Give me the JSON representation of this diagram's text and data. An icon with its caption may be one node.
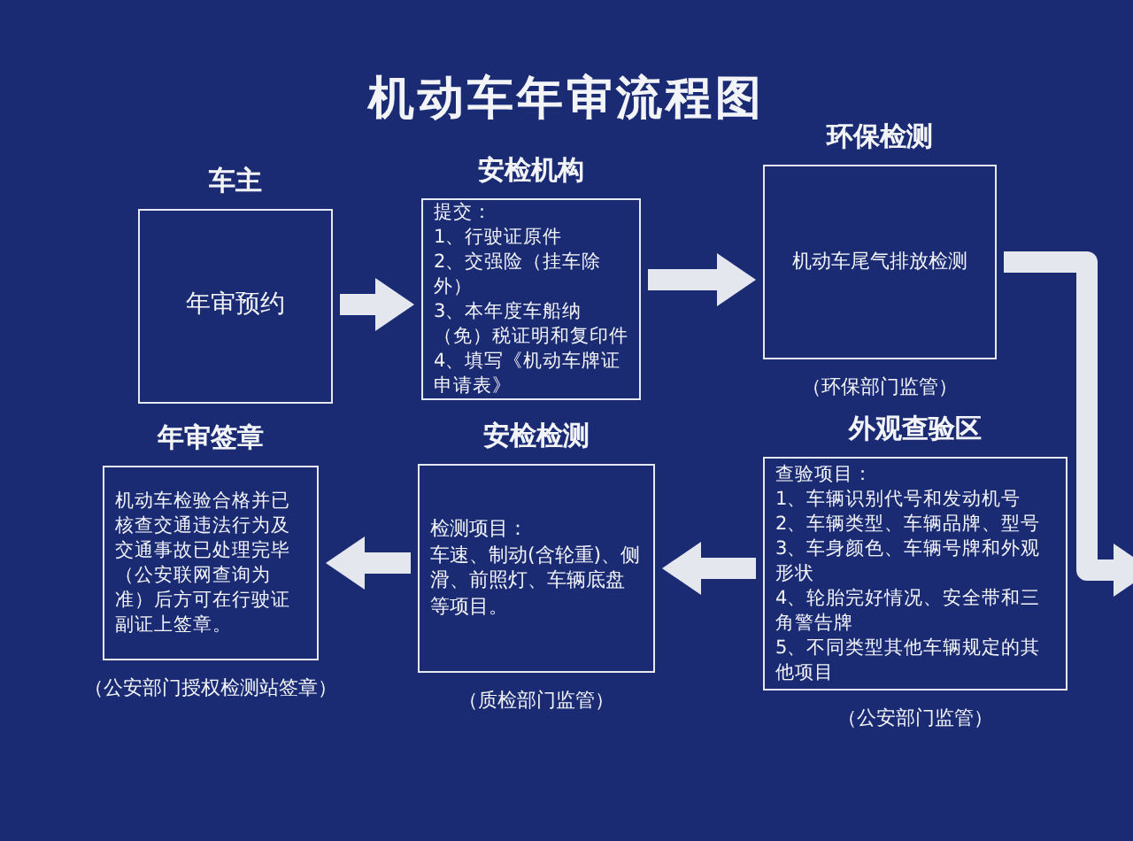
{
  "diagram": {
    "title": "机动车年审流程图",
    "nodes": [
      {
        "text": [
          "车主",
          "年审预约"
        ]
      },
      {
        "text": [
          "安检机构",
          "提交：",
          "1、行驶证原件",
          "2、交强险（挂车除外）",
          "3、本年度车船纳（免）税证明和复印件",
          "4、填写《机动车牌证申请表》"
        ]
      },
      {
        "text": [
          "环保检测",
          "机动车尾气排放检测"
        ],
        "beside": [
          "（环保部门监管）"
        ]
      },
      {
        "text": [
          "外观查验区",
          "查验项目：",
          "1、车辆识别代号和发动机号",
          "2、车辆类型、车辆品牌、型号",
          "3、车身颜色、车辆号牌和外观形状",
          "4、轮胎完好情况、安全带和三角警告牌",
          "5、不同类型其他车辆规定的其他项目"
        ],
        "beside": [
          "（公安部门监管）"
        ]
      },
      {
        "text": [
          "安检检测",
          "检测项目：",
          "车速、制动(含轮重)、侧滑、前照灯、车辆底盘等项目。"
        ],
        "beside": [
          "（质检部门监管）"
        ]
      },
      {
        "text": [
          "年审签章",
          "机动车检验合格并已核查交通违法行为及交通事故已处理完毕（公安联网查询为准）后方可在行驶证副证上签章。"
        ],
        "beside": [
          "（公安部门授权检测站签章）"
        ]
      }
    ],
    "edges": [
      {
        "from": 0,
        "to": 1,
        "arrow": "to"
      },
      {
        "from": 1,
        "to": 2,
        "arrow": "to"
      },
      {
        "from": 2,
        "to": 3,
        "arrow": "to"
      },
      {
        "from": 3,
        "to": 4,
        "arrow": "to"
      },
      {
        "from": 4,
        "to": 5,
        "arrow": "to"
      }
    ]
  }
}
